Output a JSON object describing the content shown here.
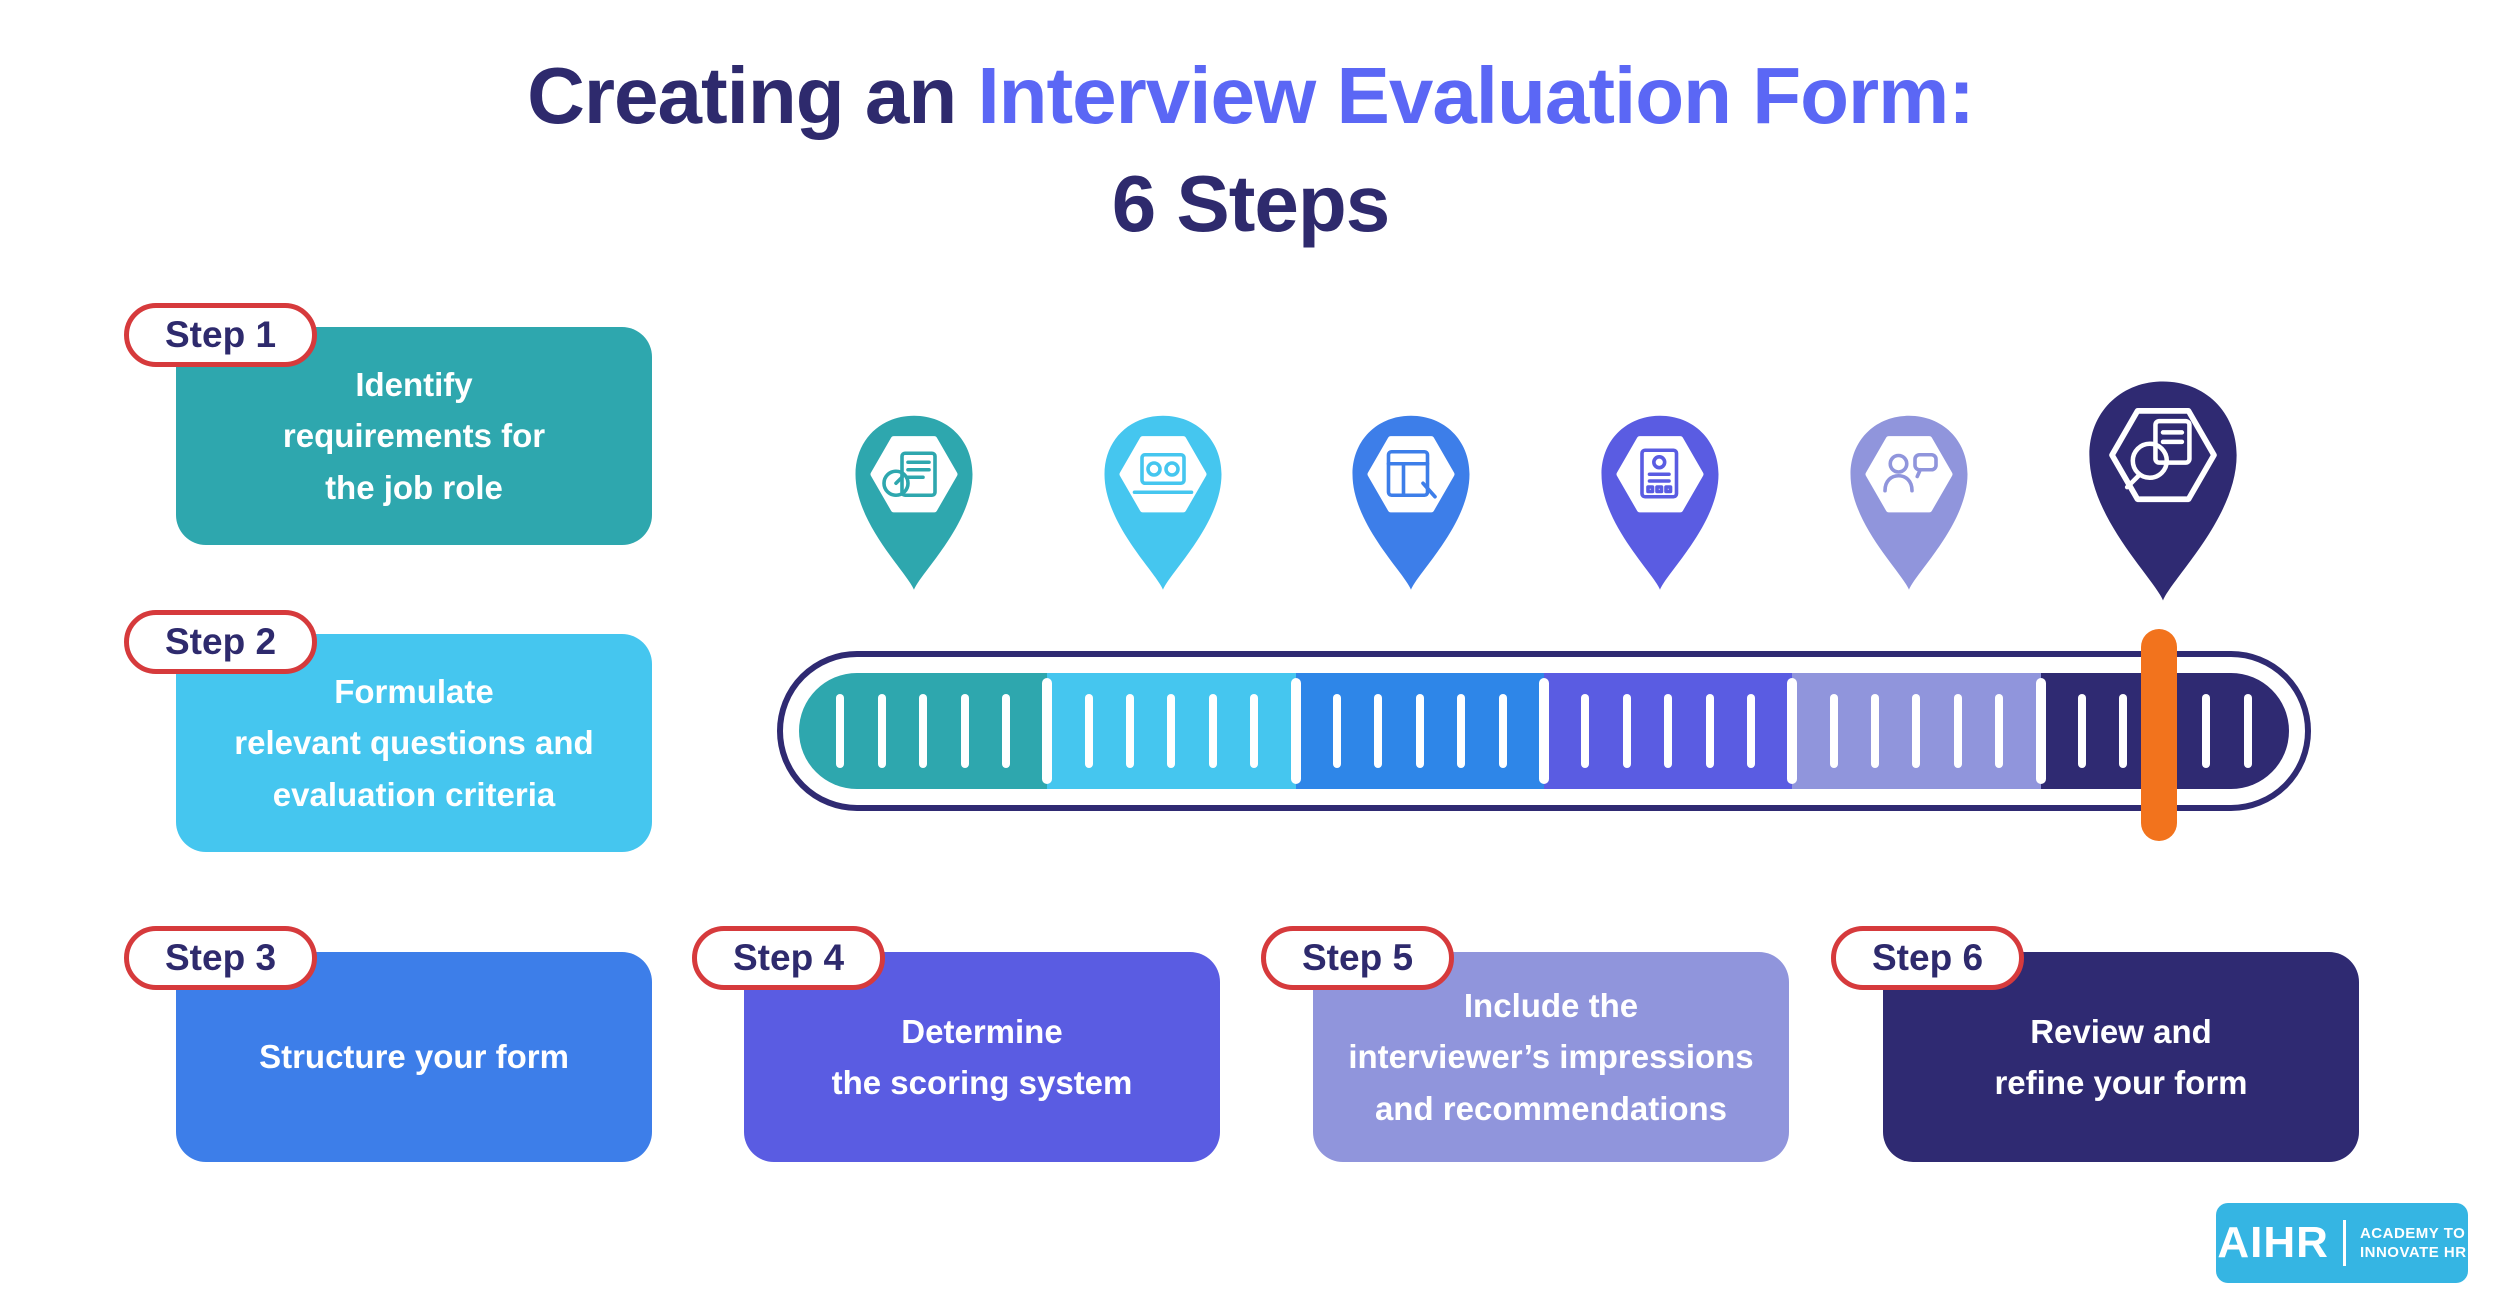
{
  "title": {
    "prefix": "Creating an ",
    "accent": "Interview Evaluation Form:",
    "line2": "6 Steps",
    "dark_color": "#2e2a6d",
    "accent_color": "#5b67f5"
  },
  "steps": [
    {
      "badge": "Step 1",
      "text": "Identify\nrequirements for\nthe job role",
      "color": "#2ea7ae",
      "icon": "job-requirements-icon"
    },
    {
      "badge": "Step 2",
      "text": "Formulate\nrelevant questions and\nevaluation criteria",
      "color": "#45c6ef",
      "icon": "questions-criteria-icon"
    },
    {
      "badge": "Step 3",
      "text": "Structure your form",
      "color": "#3d7ee9",
      "icon": "form-structure-icon"
    },
    {
      "badge": "Step 4",
      "text": "Determine\nthe scoring system",
      "color": "#5a5ce2",
      "icon": "scoring-system-icon"
    },
    {
      "badge": "Step 5",
      "text": "Include the\ninterviewer’s impressions\nand recommendations",
      "color": "#9095dc",
      "icon": "interviewer-impressions-icon"
    },
    {
      "badge": "Step 6",
      "text": "Review and\nrefine your form",
      "color": "#2f2a72",
      "icon": "review-refine-icon"
    }
  ],
  "badge_style": {
    "border_color": "#d63a3c",
    "text_color": "#2e2a6d"
  },
  "slider": {
    "outline_color": "#2f2a72",
    "segment_colors": [
      "#2ea7ae",
      "#45c6ef",
      "#2e86e8",
      "#5a5ce2",
      "#9095dc",
      "#2f2a72"
    ],
    "ticks_per_segment": 6,
    "handle_color": "#f2731d",
    "handle_position_pct": 90.4
  },
  "logo": {
    "brand": "AIHR",
    "tagline_line1": "ACADEMY TO",
    "tagline_line2": "INNOVATE HR",
    "bg_color": "#35b5e3"
  }
}
